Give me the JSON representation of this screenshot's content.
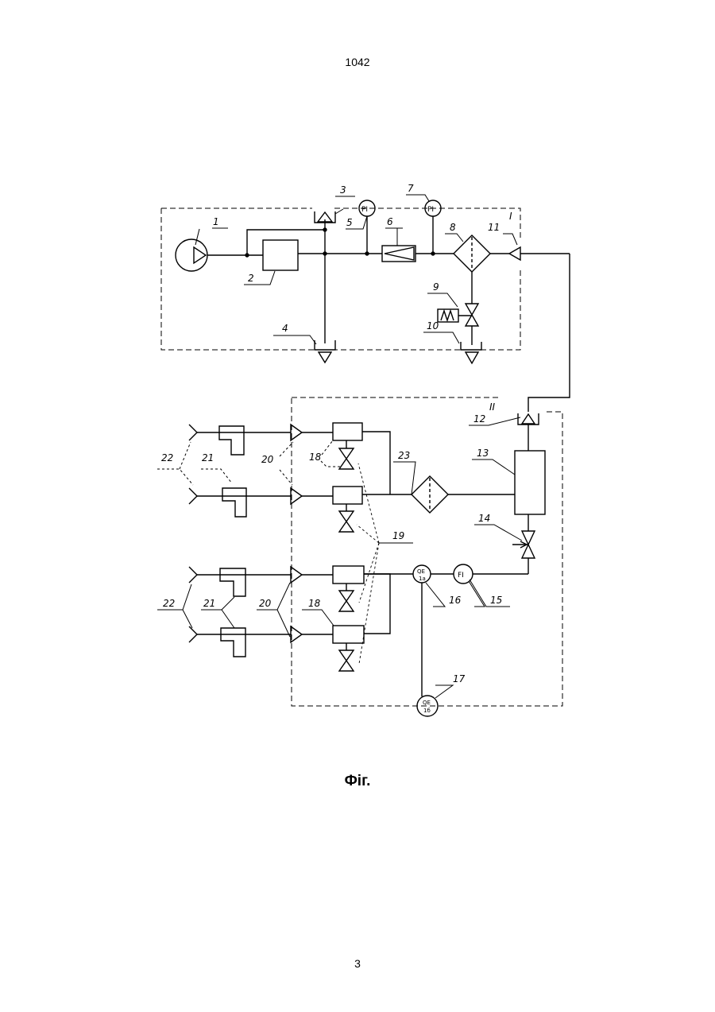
{
  "header": {
    "page_code": "1042"
  },
  "footer": {
    "page_number": "3"
  },
  "figure": {
    "caption": "Фіг."
  },
  "diagram": {
    "zone_labels": [
      "I",
      "II"
    ],
    "callouts": [
      "1",
      "2",
      "3",
      "4",
      "5",
      "6",
      "7",
      "8",
      "9",
      "10",
      "11",
      "12",
      "13",
      "14",
      "15",
      "16",
      "17",
      "18",
      "18",
      "19",
      "20",
      "20",
      "21",
      "21",
      "22",
      "22",
      "23"
    ],
    "gauge_labels": {
      "pi_a": "PI",
      "pi_b": "PI",
      "fi": "FI",
      "qe_16": "QE",
      "qe_16_sub": "1a",
      "qe_17": "QE",
      "qe_17_sub": "1б"
    }
  }
}
